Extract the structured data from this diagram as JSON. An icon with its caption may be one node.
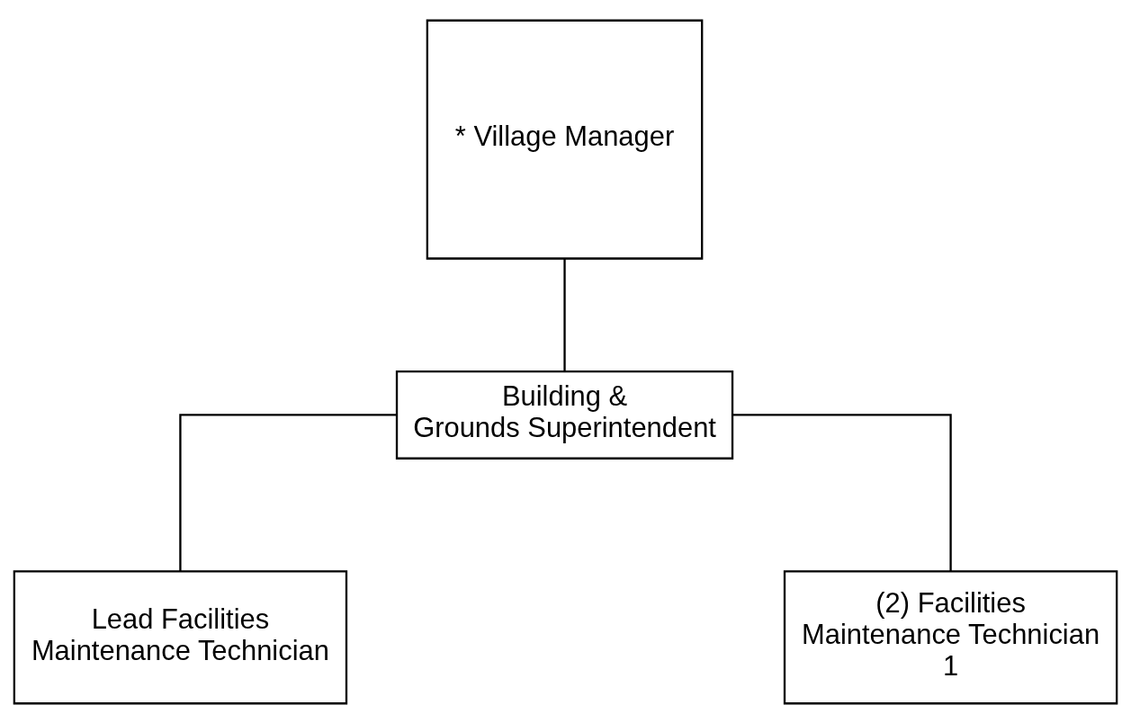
{
  "diagram": {
    "nodes": [
      {
        "text": [
          "* Village Manager"
        ]
      },
      {
        "text": [
          "Building & Grounds Superintendent"
        ]
      },
      {
        "text": [
          "Lead Facilities Maintenance Technician"
        ]
      },
      {
        "text": [
          "(2) Facilities Maintenance Technician 1"
        ]
      }
    ],
    "edges": [
      {
        "from": 0,
        "to": 1,
        "arrow": "none"
      },
      {
        "from": 1,
        "to": 2,
        "arrow": "none"
      },
      {
        "from": 1,
        "to": 3,
        "arrow": "none"
      }
    ]
  }
}
